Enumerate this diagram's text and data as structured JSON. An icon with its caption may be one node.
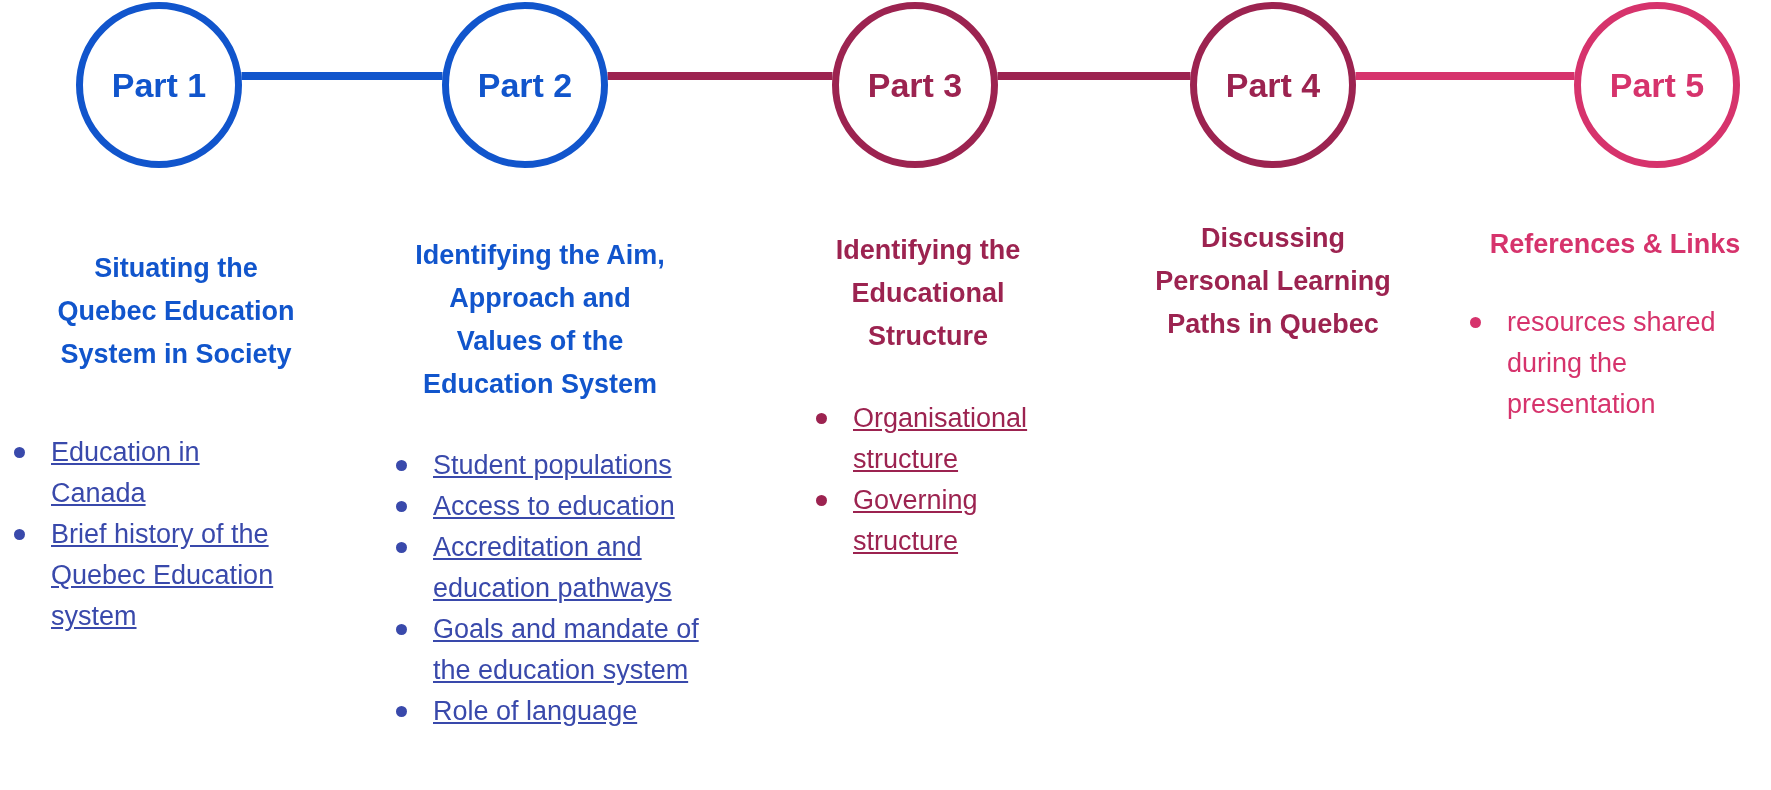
{
  "diagram": {
    "nodes": [
      {
        "text": [
          "Part 1"
        ],
        "beside": [
          "Situating the Quebec Education System in Society",
          "Education in Canada",
          "Brief history of the Quebec Education system"
        ]
      },
      {
        "text": [
          "Part 2"
        ],
        "beside": [
          "Identifying the Aim, Approach and Values of the Education System",
          "Student populations",
          "Access to education",
          "Accreditation and education pathways",
          "Goals and mandate of the education system",
          "Role of language"
        ]
      },
      {
        "text": [
          "Part 3"
        ],
        "beside": [
          "Identifying the Educational Structure",
          "Organisational structure",
          "Governing structure"
        ]
      },
      {
        "text": [
          "Part 4"
        ],
        "beside": [
          "Discussing Personal Learning Paths in Quebec"
        ]
      },
      {
        "text": [
          "Part 5"
        ],
        "beside": [
          "References & Links",
          "resources shared during the presentation"
        ]
      }
    ],
    "edges": [
      {
        "from": 0,
        "to": 1,
        "arrow": "none",
        "color": "#1155cc"
      },
      {
        "from": 1,
        "to": 2,
        "arrow": "none"
      },
      {
        "from": 2,
        "to": 3,
        "arrow": "none"
      },
      {
        "from": 3,
        "to": 4,
        "arrow": "none",
        "color": "#d6336c"
      }
    ]
  }
}
